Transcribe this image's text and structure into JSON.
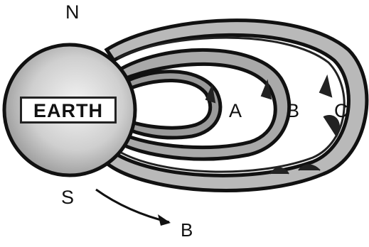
{
  "labels": {
    "north": "N",
    "south": "S",
    "earth": "EARTH",
    "belt_a": "A",
    "belt_b": "B",
    "belt_c": "C",
    "field_b": "B"
  }
}
